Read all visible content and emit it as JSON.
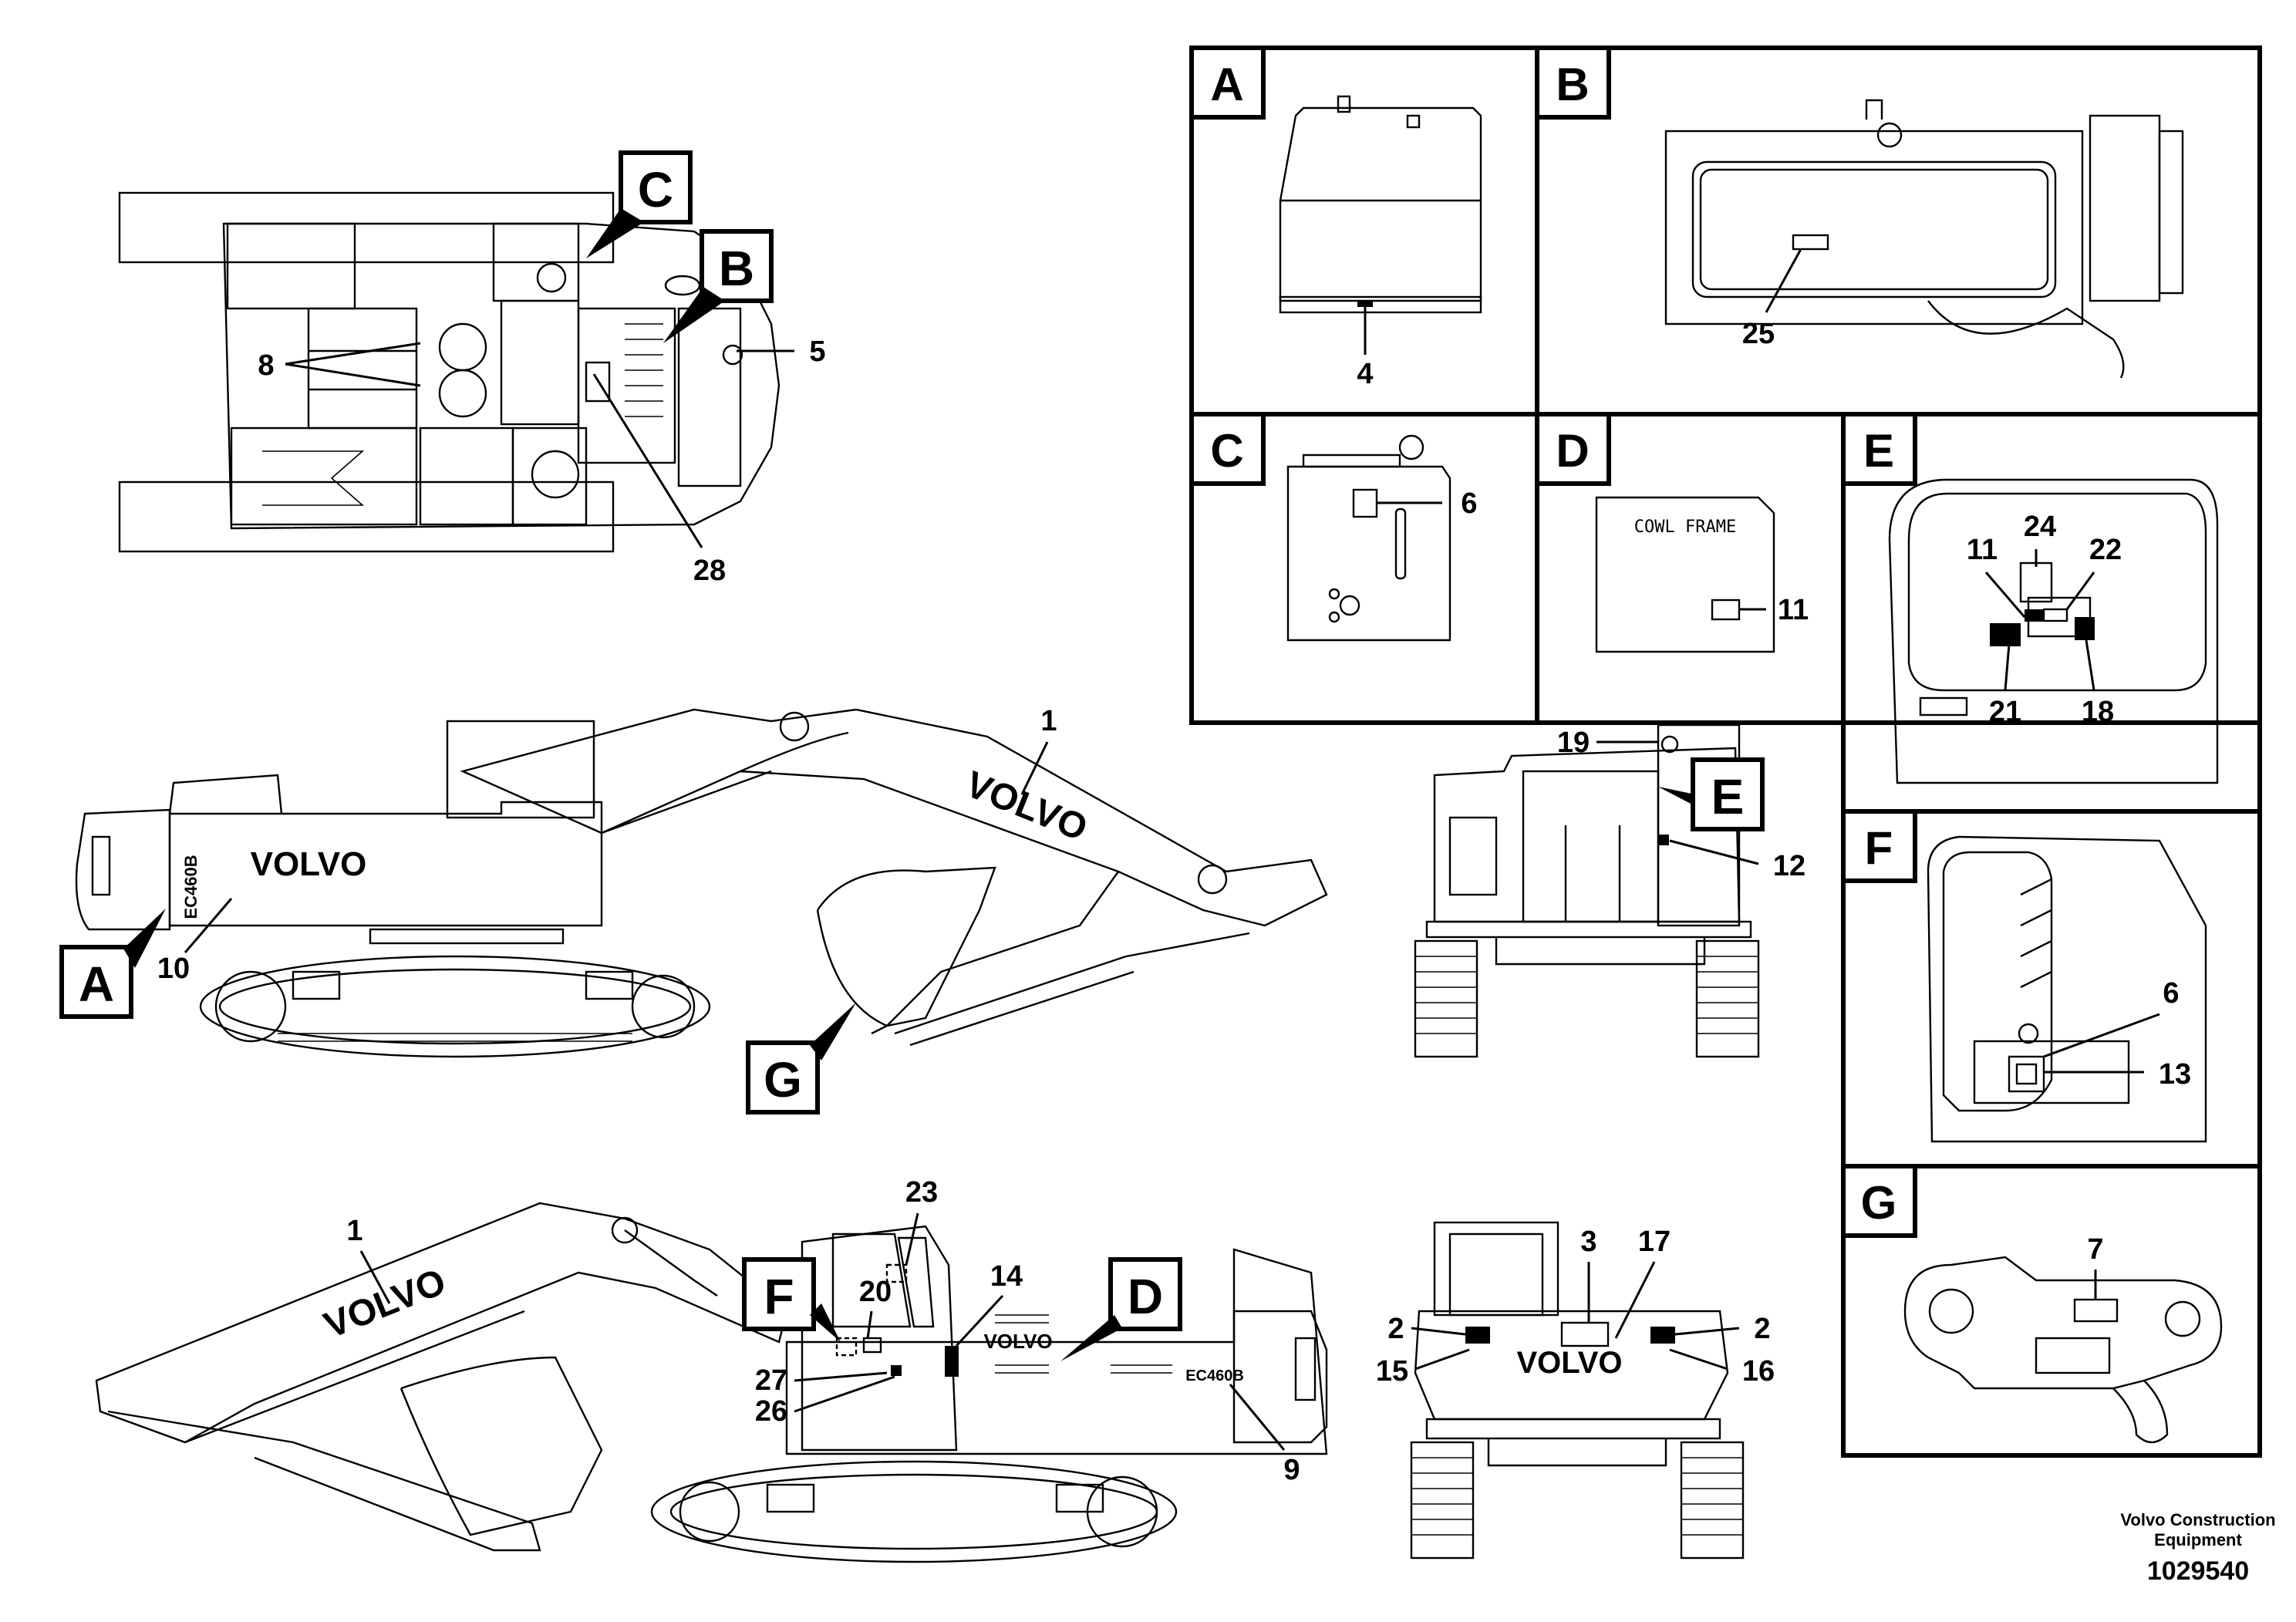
{
  "diagram": {
    "panels": [
      {
        "id": "A",
        "label": "A"
      },
      {
        "id": "B",
        "label": "B"
      },
      {
        "id": "C",
        "label": "C"
      },
      {
        "id": "D",
        "label": "D"
      },
      {
        "id": "E",
        "label": "E"
      },
      {
        "id": "F",
        "label": "F"
      },
      {
        "id": "G",
        "label": "G"
      }
    ],
    "view_markers": [
      "A",
      "B",
      "C",
      "D",
      "E",
      "F",
      "G"
    ],
    "callouts": [
      "1",
      "2",
      "3",
      "4",
      "5",
      "6",
      "7",
      "8",
      "9",
      "10",
      "11",
      "12",
      "13",
      "14",
      "15",
      "16",
      "17",
      "18",
      "19",
      "20",
      "21",
      "22",
      "23",
      "24",
      "25",
      "26",
      "27",
      "28"
    ],
    "panel_text": {
      "cowl_frame": "COWL FRAME"
    },
    "machine_logo": "VOLVO",
    "model_badge": "EC460B",
    "credit_line1": "Volvo Construction",
    "credit_line2": "Equipment",
    "figure_number": "1029540"
  }
}
